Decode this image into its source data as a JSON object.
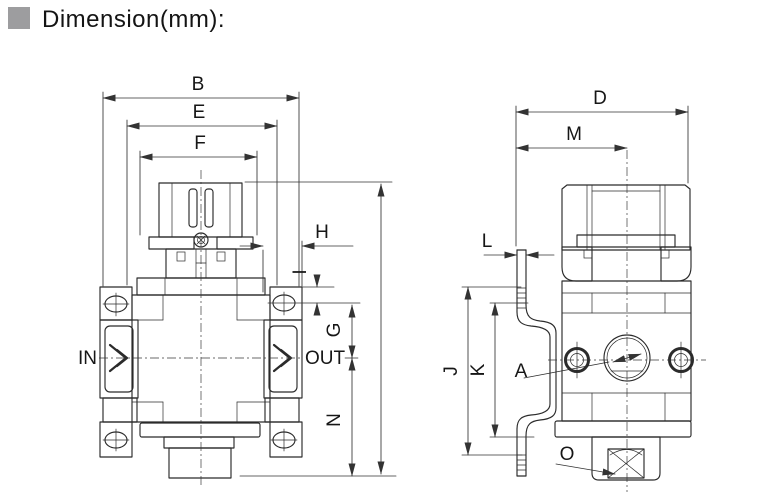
{
  "title": {
    "text": "Dimension(mm):"
  },
  "front_view": {
    "dims": {
      "b": "B",
      "e": "E",
      "f": "F",
      "h": "H",
      "i": "I",
      "g": "G",
      "n": "N"
    },
    "ports": {
      "inlet": "IN",
      "outlet": "OUT"
    }
  },
  "side_view": {
    "dims": {
      "d": "D",
      "m": "M",
      "l": "L",
      "j": "J",
      "k": "K"
    },
    "callouts": {
      "gauge_port": "A",
      "bottom_port": "O"
    }
  },
  "style": {
    "bullet_gray": "#9d9d9f",
    "line_color": "#2b2b2b",
    "text_color": "#161616",
    "background": "#ffffff"
  }
}
